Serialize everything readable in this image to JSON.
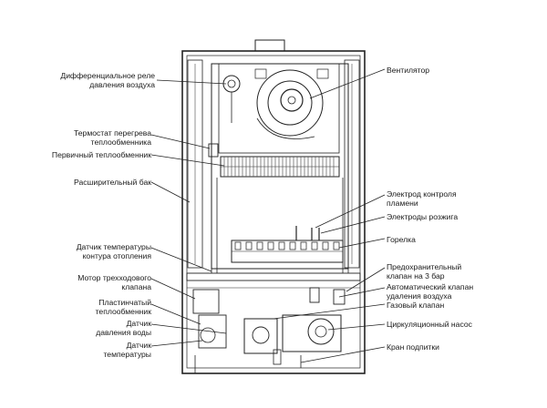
{
  "diagram": {
    "left_labels": [
      {
        "id": "air-pressure-switch",
        "text": "Дифференциальное реле\nдавления воздуха"
      },
      {
        "id": "overheat-thermostat",
        "text": "Термостат перегрева\nтеплообменника"
      },
      {
        "id": "primary-heat-exchanger",
        "text": "Первичный теплообменник"
      },
      {
        "id": "expansion-tank",
        "text": "Расширительный бак"
      },
      {
        "id": "heating-temp-sensor",
        "text": "Датчик температуры\nконтура отопления"
      },
      {
        "id": "three-way-valve-motor",
        "text": "Мотор трехходового\nклапана"
      },
      {
        "id": "plate-heat-exchanger",
        "text": "Пластинчатый\nтеплообменник"
      },
      {
        "id": "water-pressure-sensor",
        "text": "Датчик\nдавления воды"
      },
      {
        "id": "temperature-sensor",
        "text": "Датчик\nтемпературы"
      }
    ],
    "right_labels": [
      {
        "id": "fan",
        "text": "Вентилятор"
      },
      {
        "id": "flame-control-electrode",
        "text": "Электрод контроля\nпламени"
      },
      {
        "id": "ignition-electrodes",
        "text": "Электроды розжига"
      },
      {
        "id": "burner",
        "text": "Горелка"
      },
      {
        "id": "safety-valve-3bar",
        "text": "Предохранительный\nклапан на 3 бар"
      },
      {
        "id": "auto-air-vent",
        "text": "Автоматический клапан\nудаления воздуха"
      },
      {
        "id": "gas-valve",
        "text": "Газовый клапан"
      },
      {
        "id": "circulation-pump",
        "text": "Циркуляционный насос"
      },
      {
        "id": "fill-tap",
        "text": "Кран подпитки"
      }
    ]
  }
}
